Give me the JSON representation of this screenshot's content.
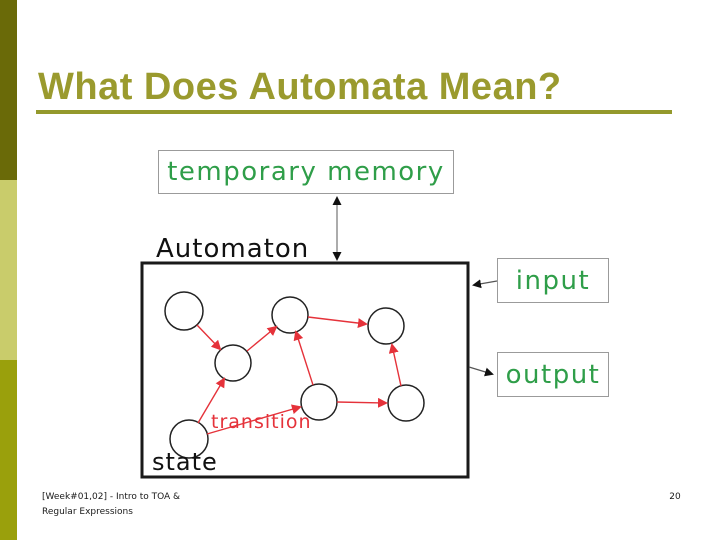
{
  "slide": {
    "title": "What Does Automata Mean?",
    "footer": {
      "line1": "[Week#01,02] - Intro to TOA &",
      "line2": "Regular Expressions"
    },
    "page_number": "20"
  },
  "diagram": {
    "temporary_memory": "temporary memory",
    "automaton": "Automaton",
    "input": "input",
    "output": "output",
    "state": "state",
    "transition": "transition"
  },
  "colors": {
    "title_olive": "#9a9a2e",
    "underline_olive": "#94992c",
    "sidebar_top": "#6a6a08",
    "sidebar_middle": "#c9cc6b",
    "sidebar_bottom": "#9aa00c",
    "label_green": "#2f9e49",
    "transition_red": "#e5323a",
    "box_border_black": "#1a1a1a",
    "connector_gray": "#808080"
  }
}
